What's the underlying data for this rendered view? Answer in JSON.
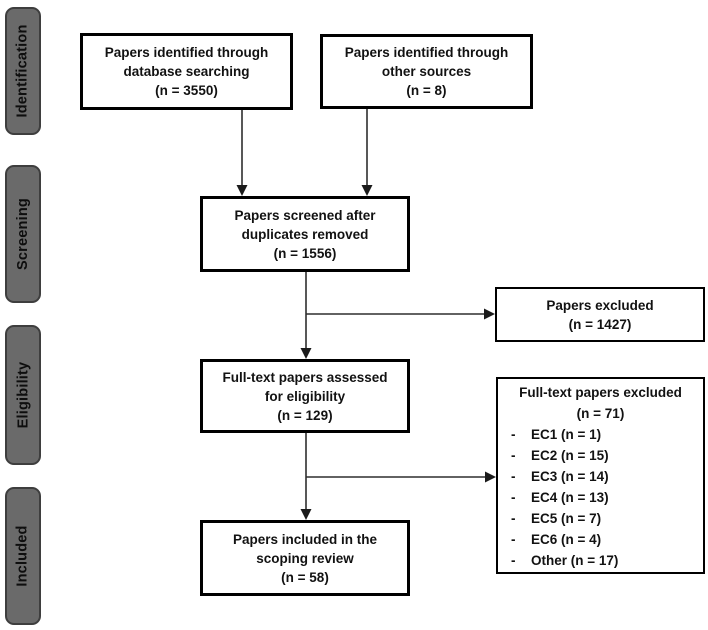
{
  "diagram_type": "PRISMA flow diagram",
  "colors": {
    "stage_fill": "#6a6a6a",
    "stage_border": "#3e3e3e",
    "box_border": "#000000",
    "box_fill": "#ffffff",
    "arrow": "#2e2e2e",
    "text": "#121212"
  },
  "sidebar": {
    "stages": [
      {
        "label": "Identification"
      },
      {
        "label": "Screening"
      },
      {
        "label": "Eligibility"
      },
      {
        "label": "Included"
      }
    ]
  },
  "boxes": {
    "identified_database": {
      "line1": "Papers identified through",
      "line2": "database searching",
      "line3": "(n = 3550)"
    },
    "identified_other": {
      "line1": "Papers identified through",
      "line2": "other sources",
      "line3": "(n = 8)"
    },
    "screened": {
      "line1": "Papers screened after",
      "line2": "duplicates removed",
      "line3": "(n = 1556)"
    },
    "excluded": {
      "line1": "Papers excluded",
      "line2": "(n = 1427)"
    },
    "fulltext_assessed": {
      "line1": "Full-text papers assessed",
      "line2": "for eligibility",
      "line3": "(n = 129)"
    },
    "fulltext_excluded": {
      "title": "Full-text papers excluded",
      "count": "(n = 71)",
      "bullet": "-",
      "items": [
        "EC1 (n = 1)",
        "EC2 (n = 15)",
        "EC3 (n = 14)",
        "EC4 (n = 13)",
        "EC5 (n = 7)",
        "EC6 (n = 4)",
        "Other (n = 17)"
      ]
    },
    "included": {
      "line1": "Papers included in the",
      "line2": "scoping review",
      "line3": "(n = 58)"
    }
  }
}
